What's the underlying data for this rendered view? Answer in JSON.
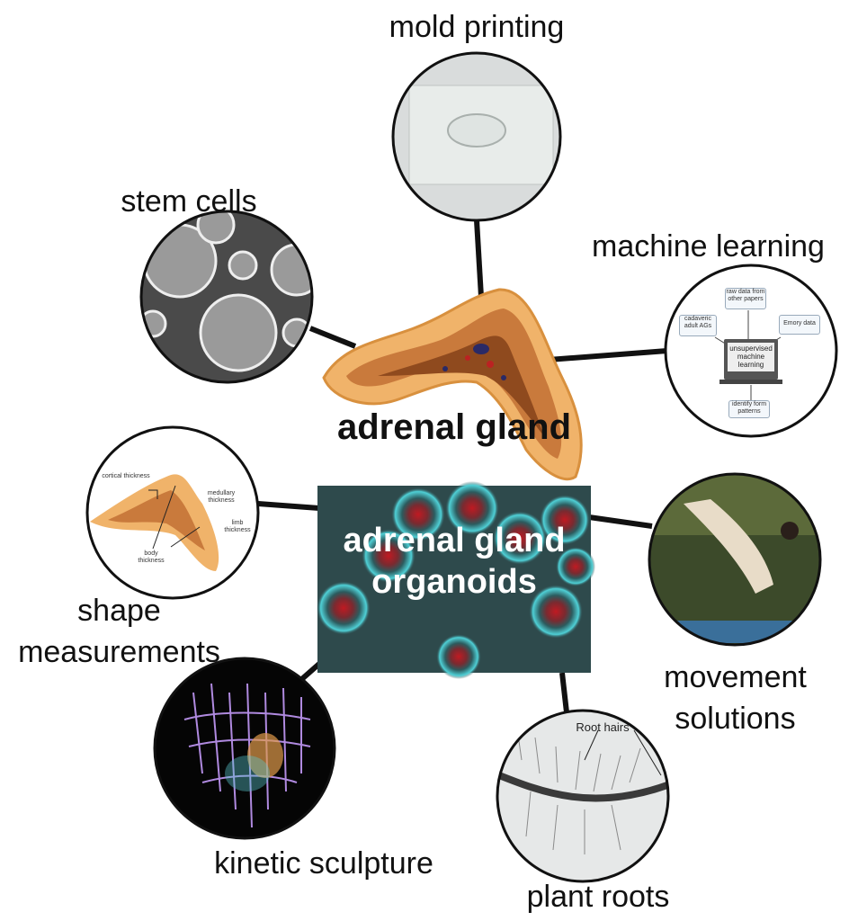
{
  "center": {
    "title": "adrenal gland",
    "organoids_line1": "adrenal gland",
    "organoids_line2": "organoids"
  },
  "nodes": {
    "mold_printing": "mold printing",
    "stem_cells": "stem cells",
    "machine_learning": "machine learning",
    "shape_measurements_1": "shape",
    "shape_measurements_2": "measurements",
    "movement_solutions_1": "movement",
    "movement_solutions_2": "solutions",
    "kinetic_sculpture": "kinetic sculpture",
    "plant_roots": "plant roots"
  },
  "ml_diagram": {
    "raw": "raw data from other papers",
    "cadaveric": "cadaveric adult AGs",
    "emory": "Emory data",
    "laptop": "unsupervised machine learning",
    "identify": "identify form patterns"
  },
  "shape_diagram": {
    "cortical": "cortical thickness",
    "medullary": "medullary thickness",
    "limb": "limb thickness",
    "body": "body thickness"
  },
  "plant_roots_label": "Root hairs",
  "colors": {
    "gland_outer": "#f0b36a",
    "gland_inner": "#c97a3c",
    "organoid_bg": "#2e4a4c",
    "organoid_red": "#c01a22",
    "organoid_cyan": "#4fd0d6"
  }
}
